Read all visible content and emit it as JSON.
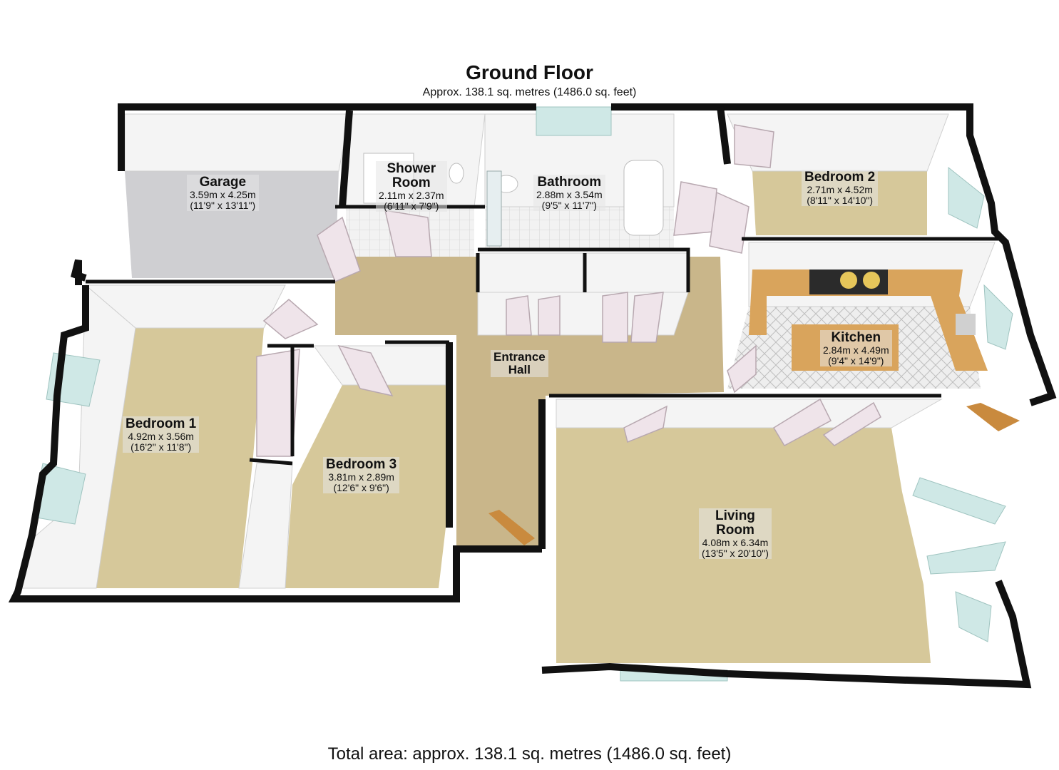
{
  "header": {
    "title": "Ground Floor",
    "subtitle": "Approx. 138.1 sq. metres (1486.0 sq. feet)"
  },
  "footer": {
    "total": "Total area: approx. 138.1 sq. metres (1486.0 sq. feet)"
  },
  "rooms": {
    "garage": {
      "name": "Garage",
      "metric": "3.59m x 4.25m",
      "imperial": "(11'9\" x 13'11\")"
    },
    "shower_room": {
      "name_line1": "Shower",
      "name_line2": "Room",
      "metric": "2.11m x 2.37m",
      "imperial": "(6'11\" x 7'9\")"
    },
    "bathroom": {
      "name": "Bathroom",
      "metric": "2.88m x 3.54m",
      "imperial": "(9'5\" x 11'7\")"
    },
    "bedroom_2": {
      "name": "Bedroom 2",
      "metric": "2.71m x 4.52m",
      "imperial": "(8'11\" x 14'10\")"
    },
    "kitchen": {
      "name": "Kitchen",
      "metric": "2.84m x 4.49m",
      "imperial": "(9'4\" x 14'9\")"
    },
    "entrance_hall": {
      "name_line1": "Entrance",
      "name_line2": "Hall"
    },
    "bedroom_1": {
      "name": "Bedroom 1",
      "metric": "4.92m x 3.56m",
      "imperial": "(16'2\" x 11'8\")"
    },
    "bedroom_3": {
      "name": "Bedroom 3",
      "metric": "3.81m x 2.89m",
      "imperial": "(12'6\" x 9'6\")"
    },
    "living_room": {
      "name_line1": "Living",
      "name_line2": "Room",
      "metric": "4.08m x 6.34m",
      "imperial": "(13'5\" x 20'10\")"
    }
  },
  "colors": {
    "carpet": "#d6c89a",
    "hall_carpet": "#c9b68a",
    "garage_floor": "#cfcfd2",
    "tile_floor": "#ececec",
    "wall_top": "#111111",
    "wall_face": "#f4f4f4",
    "window": "#cfe8e6",
    "door": "#efe4ea",
    "worktop": "#d9a45c",
    "front_door": "#c98a3e"
  }
}
